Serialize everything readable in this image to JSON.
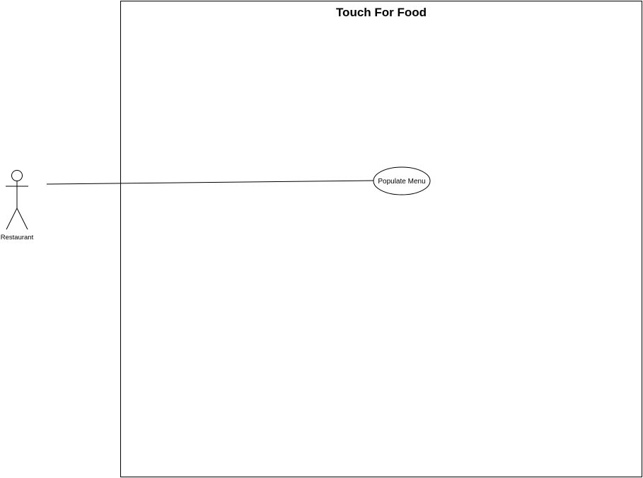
{
  "diagram": {
    "type": "use-case",
    "system": {
      "title": "Touch For Food"
    },
    "actors": [
      {
        "label": "Restaurant"
      }
    ],
    "use_cases": [
      {
        "label": "Populate Menu"
      }
    ],
    "associations": [
      {
        "from": "Restaurant",
        "to": "Populate Menu"
      }
    ],
    "colors": {
      "stroke": "#000000",
      "background": "#ffffff"
    }
  }
}
